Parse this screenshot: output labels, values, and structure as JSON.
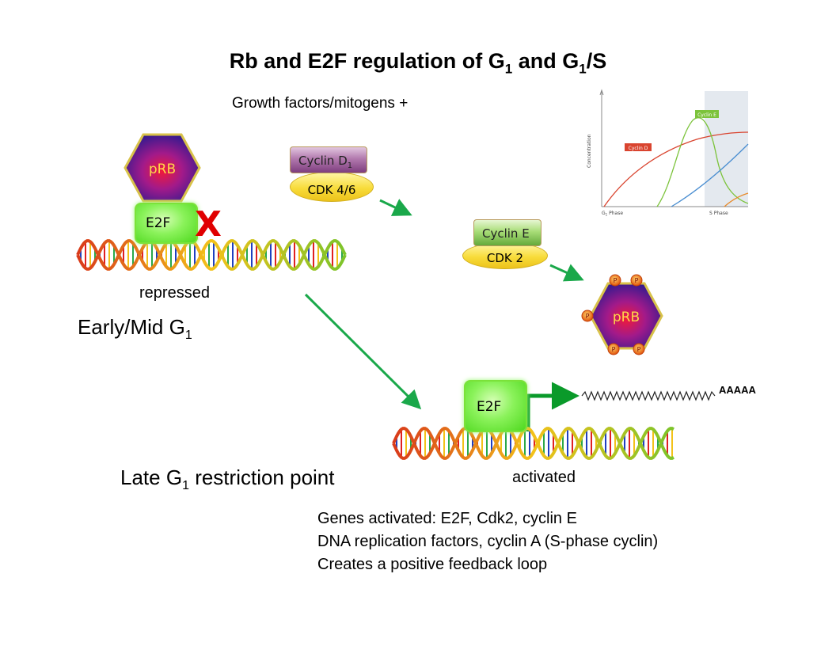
{
  "title": {
    "prefix": "Rb and E2F regulation of G",
    "sub1": "1",
    "mid": " and G",
    "sub2": "1",
    "suffix": "/S"
  },
  "growth_factors": "Growth factors/mitogens +",
  "early_stage": {
    "text": "Early/Mid G",
    "sub": "1"
  },
  "late_stage": {
    "prefix": "Late G",
    "sub": "1",
    "suffix": " restriction point"
  },
  "repressed_label": "repressed",
  "activated_label": "activated",
  "prb_label": "pRB",
  "e2f_label": "E2F",
  "cyclin_d": {
    "text": "Cyclin D",
    "sub": "1"
  },
  "cdk46": "CDK 4/6",
  "cyclin_e": "Cyclin E",
  "cdk2": "CDK 2",
  "phospho_label": "P",
  "polya": "AAAAA",
  "genes_lines": [
    "Genes activated: E2F, Cdk2, cyclin E",
    "DNA replication factors, cyclin A (S-phase cyclin)",
    "Creates a positive feedback loop"
  ],
  "inset_chart": {
    "ylabel": "Concentration",
    "series_labels": {
      "cyclin_d": "Cyclin D",
      "cyclin_e": "Cyclin E"
    },
    "phase_labels": {
      "g1_prefix": "G",
      "g1_sub": "1",
      "g1_suffix": " Phase",
      "s": "S Phase"
    }
  },
  "colors": {
    "arrow": "#1aa84a",
    "x_mark": "#e00000",
    "e2f_green": "#6ee83a",
    "cdk_yellow": "#f5d62e",
    "cyclin_d_purple": "#8e4f8f",
    "cyclin_e_green": "#8fd157",
    "prb_purple": "#3d1a8f",
    "prb_center": "#e0144a"
  }
}
